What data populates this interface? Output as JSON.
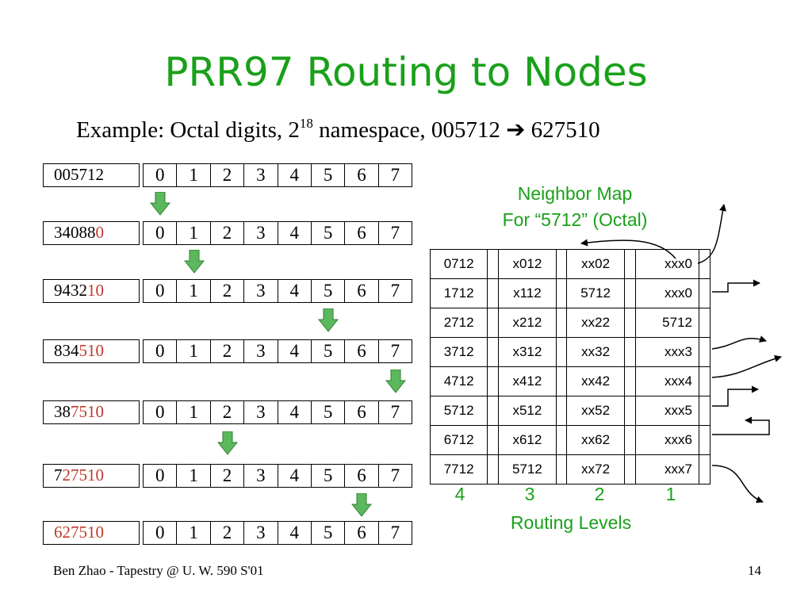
{
  "title": "PRR97 Routing to Nodes",
  "subtitle": {
    "prefix": "Example: Octal digits, 2",
    "exponent": "18",
    "suffix": " namespace, 005712 ",
    "arrow": "➔",
    "target": " 627510"
  },
  "digit_labels": [
    "0",
    "1",
    "2",
    "3",
    "4",
    "5",
    "6",
    "7"
  ],
  "routing_rows": [
    {
      "black": "005712",
      "red": ""
    },
    {
      "black": "34088",
      "red": "0"
    },
    {
      "black": "9432",
      "red": "10"
    },
    {
      "black": "834",
      "red": "510"
    },
    {
      "black": "38",
      "red": "7510"
    },
    {
      "black": "7",
      "red": "27510"
    },
    {
      "black": "",
      "red": "627510"
    }
  ],
  "neighbor_map": {
    "title_line1": "Neighbor Map",
    "title_line2": "For “5712” (Octal)",
    "rows": [
      [
        "0712",
        "x012",
        "xx02",
        "xxx0"
      ],
      [
        "1712",
        "x112",
        "5712",
        "xxx0"
      ],
      [
        "2712",
        "x212",
        "xx22",
        "5712"
      ],
      [
        "3712",
        "x312",
        "xx32",
        "xxx3"
      ],
      [
        "4712",
        "x412",
        "xx42",
        "xxx4"
      ],
      [
        "5712",
        "x512",
        "xx52",
        "xxx5"
      ],
      [
        "6712",
        "x612",
        "xx62",
        "xxx6"
      ],
      [
        "7712",
        "5712",
        "xx72",
        "xxx7"
      ]
    ],
    "levels": [
      "4",
      "3",
      "2",
      "1"
    ],
    "levels_label": "Routing Levels"
  },
  "footer": {
    "left": "Ben Zhao - Tapestry @ U. W. 590 S'01",
    "page": "14"
  },
  "colors": {
    "title_green": "#1aa01a",
    "highlight_red": "#c0392b",
    "arrow_green": "#5cb85c"
  }
}
